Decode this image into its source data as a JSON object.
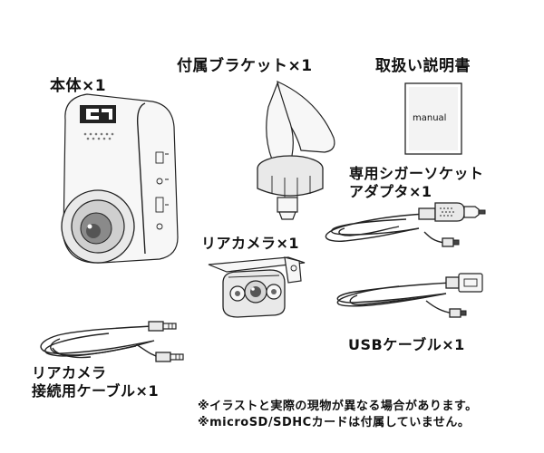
{
  "labels": {
    "main_unit": "本体×1",
    "bracket": "付属ブラケット×1",
    "manual_title": "取扱い説明書",
    "manual_cover": "manual",
    "cigar_adapter_line1": "専用シガーソケット",
    "cigar_adapter_line2": "アダプタ×1",
    "rear_camera": "リアカメラ×1",
    "usb_cable": "USBケーブル×1",
    "rear_cable_line1": "リアカメラ",
    "rear_cable_line2": "接続用ケーブル×1"
  },
  "notes": {
    "note1": "※イラストと実際の現物が異なる場合があります。",
    "note2": "※microSD/SDHCカードは付属していません。"
  },
  "icon_names": [
    "dashcam-unit-illustration",
    "bracket-illustration",
    "manual-booklet-illustration",
    "cigar-adapter-illustration",
    "rear-camera-illustration",
    "usb-cable-illustration",
    "rear-camera-cable-illustration"
  ]
}
